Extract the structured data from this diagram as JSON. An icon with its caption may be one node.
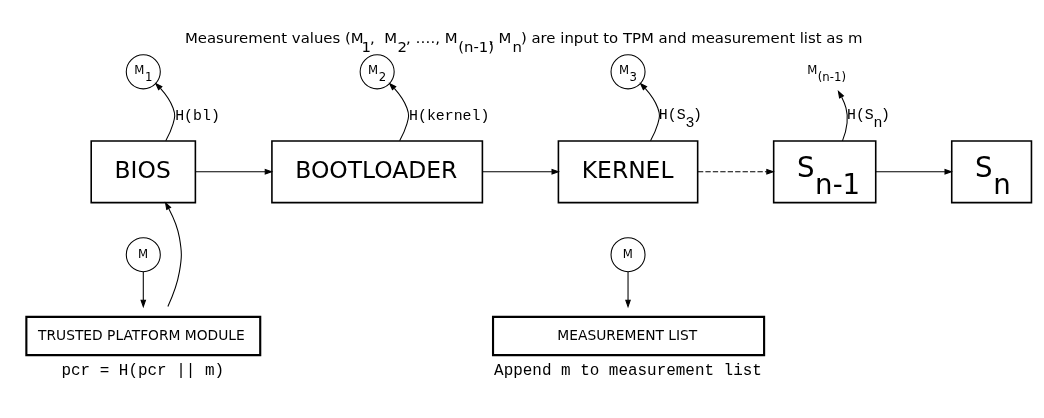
{
  "diagram": {
    "title": "Measurement values (M$_{1}$,  M$_{2}$, …., M$_{(n-1)}$, M$_{n}$) are input to TPM and measurement list as m",
    "nodes": [
      {
        "text": [
          "BIOS"
        ]
      },
      {
        "text": [
          "BOOTLOADER"
        ]
      },
      {
        "text": [
          "KERNEL"
        ]
      },
      {
        "text": [
          "S$_{n-1}$"
        ]
      },
      {
        "text": [
          "S$_{n}$"
        ]
      },
      {
        "text": [
          "M$_{1}$"
        ]
      },
      {
        "text": [
          "M$_{2}$"
        ]
      },
      {
        "text": [
          "M$_{3}$"
        ]
      },
      {
        "text": [
          "M$_{(n-1)}$"
        ]
      },
      {
        "text": [
          "M"
        ]
      },
      {
        "text": [
          "M"
        ]
      },
      {
        "text": [
          "TRUSTED PLATFORM MODULE"
        ],
        "beside": [
          "pcr = H(pcr || m)"
        ]
      },
      {
        "text": [
          "MEASUREMENT LIST"
        ],
        "beside": [
          "Append m to measurement list"
        ]
      }
    ],
    "edges": [
      {
        "from": 0,
        "to": 1,
        "arrow": "to"
      },
      {
        "from": 1,
        "to": 2,
        "arrow": "to"
      },
      {
        "from": 2,
        "to": 3,
        "arrow": "to",
        "style": "dashed"
      },
      {
        "from": 3,
        "to": 4,
        "arrow": "to"
      },
      {
        "from": 0,
        "to": 5,
        "arrow": "to",
        "label": "H(bl)"
      },
      {
        "from": 1,
        "to": 6,
        "arrow": "to",
        "label": "H(kernel)"
      },
      {
        "from": 2,
        "to": 7,
        "arrow": "to",
        "label": "H(S$_{3}$)"
      },
      {
        "from": 3,
        "to": 8,
        "arrow": "to",
        "label": "H(S$_{n}$)"
      },
      {
        "from": 9,
        "to": 11,
        "arrow": "to"
      },
      {
        "from": 10,
        "to": 12,
        "arrow": "to"
      },
      {
        "from": 11,
        "to": 0,
        "arrow": "to"
      }
    ]
  }
}
